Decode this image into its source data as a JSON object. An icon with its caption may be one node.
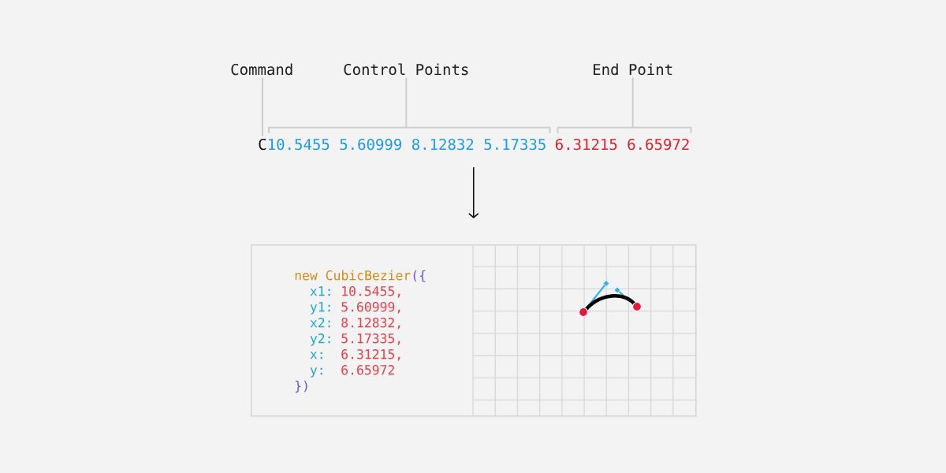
{
  "diagram": {
    "nodes": [
      {
        "text": [
          "Command"
        ]
      },
      {
        "text": [
          "Control Points"
        ]
      },
      {
        "text": [
          "End Point"
        ]
      },
      {
        "text": [
          "C"
        ]
      },
      {
        "text": [
          "10.5455 5.60999 8.12832 5.17335"
        ]
      },
      {
        "text": [
          "6.31215 6.65972"
        ]
      },
      {
        "text": [
          "new CubicBezier",
          "({",
          "x1:",
          "10.5455,",
          "y1:",
          "5.60999,",
          "x2:",
          "8.12832,",
          "y2:",
          "5.17335,",
          "x:",
          "6.31215,",
          "y:",
          "6.65972",
          "})"
        ]
      }
    ],
    "edges": [
      {
        "from": 0,
        "to": 3,
        "arrow": "none"
      },
      {
        "from": 1,
        "to": 4,
        "arrow": "none"
      },
      {
        "from": 2,
        "to": 5,
        "arrow": "none"
      },
      {
        "from": 4,
        "to": 6,
        "arrow": "to",
        "color": "#111111"
      }
    ]
  }
}
